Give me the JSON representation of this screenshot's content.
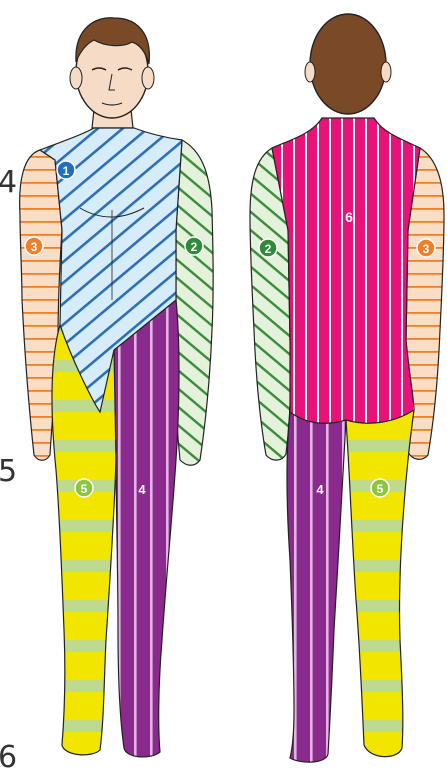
{
  "figure": {
    "views": [
      "front",
      "back"
    ],
    "region_markers": [
      {
        "id": "1",
        "fill": "#1f6fc0",
        "text_color": "#ffffff"
      },
      {
        "id": "2",
        "fill": "#2e8b3a",
        "text_color": "#ffffff"
      },
      {
        "id": "3",
        "fill": "#f07f2a",
        "text_color": "#ffffff"
      },
      {
        "id": "4",
        "fill": "none",
        "text_color": "#ffffff"
      },
      {
        "id": "5",
        "fill": "#8cc63f",
        "text_color": "#ffffff"
      },
      {
        "id": "6",
        "fill": "none",
        "text_color": "#ffffff"
      }
    ],
    "edge_numbers": [
      "4",
      "5",
      "6"
    ],
    "colors": {
      "skin": "#f6dcc6",
      "hair": "#7a4a28",
      "outline": "#222222",
      "region1_bg": "#d6ecf8",
      "region1_stripe": "#2c6fb5",
      "region2_bg": "#e4f2dc",
      "region2_stripe": "#3a8c3a",
      "region3_bg": "#f9ddc4",
      "region3_stripe": "#f07f2a",
      "region4_bg": "#8a2a8c",
      "region4_stripe": "#e6b3e8",
      "region5_bg": "#f2e600",
      "region5_stripe": "#bfd98f",
      "region6_bg": "#e8127a",
      "region6_stripe": "#ffffff"
    }
  }
}
